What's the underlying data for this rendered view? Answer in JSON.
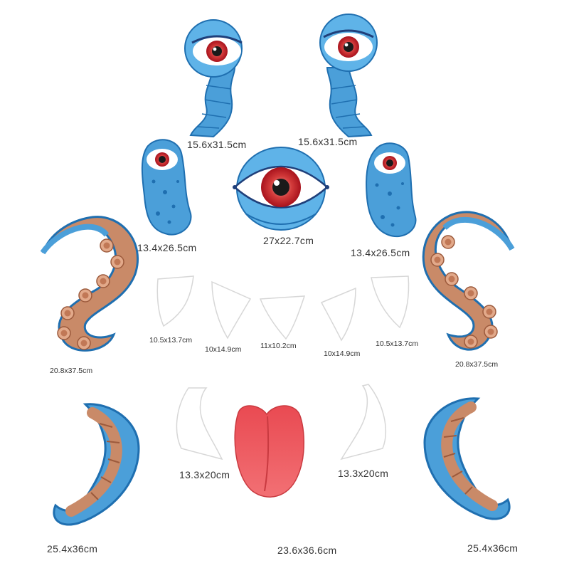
{
  "colors": {
    "blue_light": "#5fb3e8",
    "blue_dark": "#1f6fb0",
    "iris_red": "#c8202a",
    "tongue": "#e8585c",
    "tentacle_skin": "#c98a68",
    "sucker": "#d9a07e",
    "tooth_fill": "#ffffff",
    "tooth_stroke": "#d7d7d7",
    "label_text": "#333333"
  },
  "labels": {
    "eyestalk_left": "15.6x31.5cm",
    "eyestalk_right": "15.6x31.5cm",
    "cucumber_left": "13.4x26.5cm",
    "big_eye": "27x22.7cm",
    "cucumber_right": "13.4x26.5cm",
    "tentacle_upper_left": "20.8x37.5cm",
    "tentacle_upper_right": "20.8x37.5cm",
    "tooth_1": "10.5x13.7cm",
    "tooth_2": "10x14.9cm",
    "tooth_3": "11x10.2cm",
    "tooth_4": "10x14.9cm",
    "tooth_5": "10.5x13.7cm",
    "fang_left": "13.3x20cm",
    "fang_right": "13.3x20cm",
    "tongue": "23.6x36.6cm",
    "tentacle_lower_left": "25.4x36cm",
    "tentacle_lower_right": "25.4x36cm"
  }
}
